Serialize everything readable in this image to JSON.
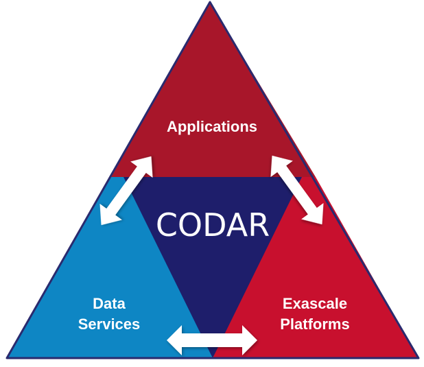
{
  "diagram": {
    "center": "CODAR",
    "top": "Applications",
    "bottom_left": [
      "Data",
      "Services"
    ],
    "bottom_right": [
      "Exascale",
      "Platforms"
    ]
  },
  "colors": {
    "applications": "#A8162A",
    "data_services": "#0E86C4",
    "exascale_platforms": "#C8102E",
    "center": "#1E1E6B",
    "outline": "#2A2A6E",
    "arrow": "#ffffff"
  },
  "icons": {
    "arrows": "double-headed-arrow"
  }
}
